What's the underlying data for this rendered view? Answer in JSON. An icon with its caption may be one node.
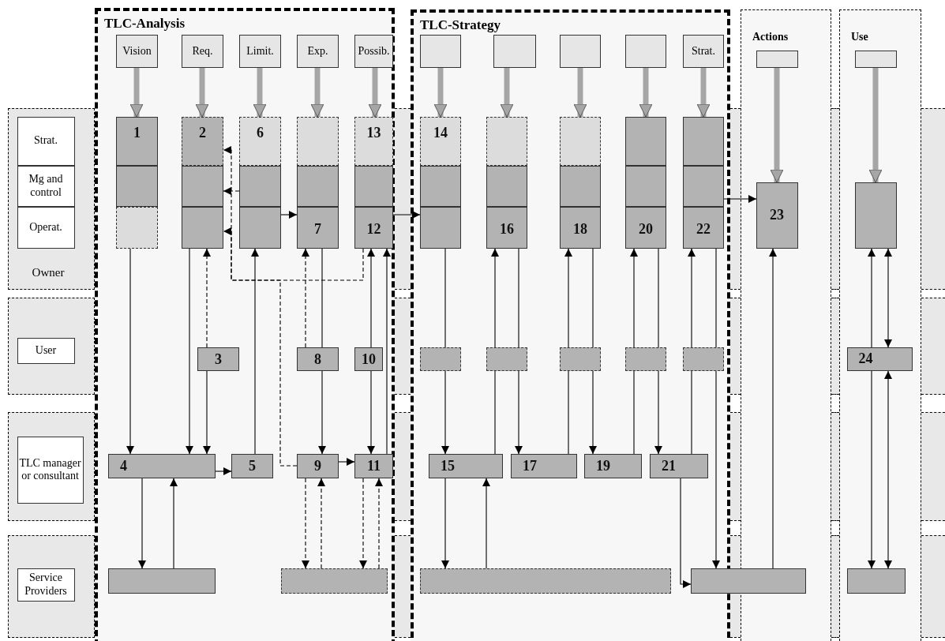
{
  "diagram": {
    "nodes": [
      {
        "text": [
          "TLC-Analysis"
        ]
      },
      {
        "text": [
          "Vision"
        ],
        "in": 0
      },
      {
        "text": [
          "Req."
        ],
        "in": 0
      },
      {
        "text": [
          "Limit."
        ],
        "in": 0
      },
      {
        "text": [
          "Exp."
        ],
        "in": 0
      },
      {
        "text": [
          "Possib."
        ],
        "in": 0
      },
      {
        "text": [
          "TLC-Strategy"
        ]
      },
      {
        "text": [],
        "shape": "box",
        "in": 6
      },
      {
        "text": [],
        "shape": "box",
        "in": 6
      },
      {
        "text": [],
        "shape": "box",
        "in": 6
      },
      {
        "text": [],
        "shape": "box",
        "in": 6
      },
      {
        "text": [
          "Strat."
        ],
        "in": 6
      },
      {
        "text": [
          "Actions"
        ]
      },
      {
        "text": [],
        "shape": "box",
        "in": 12
      },
      {
        "text": [
          "Use"
        ]
      },
      {
        "text": [],
        "shape": "box",
        "in": 14
      },
      {
        "text": [
          "Owner"
        ]
      },
      {
        "text": [
          "Strat."
        ],
        "in": 16
      },
      {
        "text": [
          "Mg and control"
        ],
        "in": 16
      },
      {
        "text": [
          "Operat."
        ],
        "in": 16
      },
      {
        "text": [],
        "shape": "box"
      },
      {
        "text": [
          "User"
        ],
        "in": 20
      },
      {
        "text": [],
        "shape": "box"
      },
      {
        "text": [
          "TLC manager or consultant"
        ],
        "in": 22
      },
      {
        "text": [],
        "shape": "box"
      },
      {
        "text": [
          "Service Providers"
        ],
        "in": 24
      },
      {
        "text": [
          "1"
        ],
        "in": 0
      },
      {
        "text": [
          "2"
        ],
        "in": 0
      },
      {
        "text": [
          "6"
        ],
        "in": 0
      },
      {
        "text": [
          "7"
        ],
        "in": 0
      },
      {
        "text": [
          "13",
          "12"
        ],
        "in": 0
      },
      {
        "text": [
          "14"
        ],
        "in": 6
      },
      {
        "text": [
          "16"
        ],
        "in": 6
      },
      {
        "text": [
          "18"
        ],
        "in": 6
      },
      {
        "text": [
          "20"
        ],
        "in": 6
      },
      {
        "text": [
          "22"
        ],
        "in": 6
      },
      {
        "text": [
          "23"
        ],
        "in": 12
      },
      {
        "text": [],
        "shape": "box",
        "in": 14
      },
      {
        "text": [
          "3"
        ],
        "in": 0
      },
      {
        "text": [
          "8"
        ],
        "in": 0
      },
      {
        "text": [
          "10"
        ],
        "in": 0
      },
      {
        "text": [],
        "shape": "box",
        "in": 6
      },
      {
        "text": [],
        "shape": "box",
        "in": 6
      },
      {
        "text": [],
        "shape": "box",
        "in": 6
      },
      {
        "text": [],
        "shape": "box",
        "in": 6
      },
      {
        "text": [],
        "shape": "box",
        "in": 6
      },
      {
        "text": [
          "24"
        ],
        "in": 14
      },
      {
        "text": [
          "4"
        ],
        "in": 0
      },
      {
        "text": [
          "5"
        ],
        "in": 0
      },
      {
        "text": [
          "9"
        ],
        "in": 0
      },
      {
        "text": [
          "11"
        ],
        "in": 0
      },
      {
        "text": [
          "15"
        ],
        "in": 6
      },
      {
        "text": [
          "17"
        ],
        "in": 6
      },
      {
        "text": [
          "19"
        ],
        "in": 6
      },
      {
        "text": [
          "21"
        ],
        "in": 6
      },
      {
        "text": [],
        "shape": "box",
        "in": 0
      },
      {
        "text": [],
        "shape": "box",
        "in": 0
      },
      {
        "text": [],
        "shape": "box",
        "in": 6
      },
      {
        "text": [],
        "shape": "box"
      },
      {
        "text": [],
        "shape": "box",
        "in": 14
      }
    ],
    "edges": [
      {
        "from": 1,
        "to": 26,
        "arrow": "to",
        "style": "thick",
        "color": "#a6a6a6"
      },
      {
        "from": 2,
        "to": 27,
        "arrow": "to",
        "style": "thick",
        "color": "#a6a6a6"
      },
      {
        "from": 3,
        "to": 28,
        "arrow": "to",
        "style": "thick",
        "color": "#a6a6a6"
      },
      {
        "from": 4,
        "to": 29,
        "arrow": "to",
        "style": "thick",
        "color": "#a6a6a6"
      },
      {
        "from": 5,
        "to": 30,
        "arrow": "to",
        "style": "thick",
        "color": "#a6a6a6"
      },
      {
        "from": 7,
        "to": 31,
        "arrow": "to",
        "style": "thick",
        "color": "#a6a6a6"
      },
      {
        "from": 8,
        "to": 32,
        "arrow": "to",
        "style": "thick",
        "color": "#a6a6a6"
      },
      {
        "from": 9,
        "to": 33,
        "arrow": "to",
        "style": "thick",
        "color": "#a6a6a6"
      },
      {
        "from": 10,
        "to": 34,
        "arrow": "to",
        "style": "thick",
        "color": "#a6a6a6"
      },
      {
        "from": 11,
        "to": 35,
        "arrow": "to",
        "style": "thick",
        "color": "#a6a6a6"
      },
      {
        "from": 13,
        "to": 36,
        "arrow": "to",
        "style": "thick",
        "color": "#a6a6a6"
      },
      {
        "from": 15,
        "to": 37,
        "arrow": "to",
        "style": "thick",
        "color": "#a6a6a6"
      },
      {
        "from": 26,
        "to": 47,
        "arrow": "to"
      },
      {
        "from": 27,
        "to": 47,
        "arrow": "to"
      },
      {
        "from": 38,
        "to": 27,
        "arrow": "to",
        "style": "dashed"
      },
      {
        "from": 38,
        "to": 47,
        "arrow": "to"
      },
      {
        "from": 47,
        "to": 48,
        "arrow": "to"
      },
      {
        "from": 48,
        "to": 28,
        "arrow": "to"
      },
      {
        "from": 28,
        "to": 27,
        "arrow": "to",
        "style": "dashed"
      },
      {
        "from": 30,
        "to": 27,
        "arrow": "to",
        "style": "dashed"
      },
      {
        "from": 49,
        "to": 27,
        "arrow": "to",
        "style": "dashed"
      },
      {
        "from": 28,
        "to": 29,
        "arrow": "to"
      },
      {
        "from": 39,
        "to": 29,
        "arrow": "to",
        "style": "dashed"
      },
      {
        "from": 29,
        "to": 39,
        "arrow": "none"
      },
      {
        "from": 39,
        "to": 49,
        "arrow": "to"
      },
      {
        "from": 49,
        "to": 50,
        "arrow": "to"
      },
      {
        "from": 49,
        "to": 56,
        "arrow": "to",
        "style": "dashed"
      },
      {
        "from": 56,
        "to": 49,
        "arrow": "to",
        "style": "dashed"
      },
      {
        "from": 50,
        "to": 56,
        "arrow": "to",
        "style": "dashed"
      },
      {
        "from": 56,
        "to": 50,
        "arrow": "to",
        "style": "dashed"
      },
      {
        "from": 40,
        "to": 30,
        "arrow": "to"
      },
      {
        "from": 40,
        "to": 50,
        "arrow": "to"
      },
      {
        "from": 50,
        "to": 30,
        "arrow": "to"
      },
      {
        "from": 30,
        "to": 31,
        "arrow": "to"
      },
      {
        "from": 31,
        "to": 41,
        "arrow": "none"
      },
      {
        "from": 41,
        "to": 51,
        "arrow": "to"
      },
      {
        "from": 51,
        "to": 42,
        "arrow": "none"
      },
      {
        "from": 42,
        "to": 32,
        "arrow": "to"
      },
      {
        "from": 32,
        "to": 42,
        "arrow": "none"
      },
      {
        "from": 42,
        "to": 52,
        "arrow": "to"
      },
      {
        "from": 52,
        "to": 43,
        "arrow": "none"
      },
      {
        "from": 43,
        "to": 33,
        "arrow": "to"
      },
      {
        "from": 33,
        "to": 43,
        "arrow": "none"
      },
      {
        "from": 43,
        "to": 53,
        "arrow": "to"
      },
      {
        "from": 53,
        "to": 44,
        "arrow": "none"
      },
      {
        "from": 44,
        "to": 34,
        "arrow": "to"
      },
      {
        "from": 34,
        "to": 44,
        "arrow": "none"
      },
      {
        "from": 44,
        "to": 54,
        "arrow": "to"
      },
      {
        "from": 54,
        "to": 45,
        "arrow": "none"
      },
      {
        "from": 45,
        "to": 35,
        "arrow": "to"
      },
      {
        "from": 35,
        "to": 45,
        "arrow": "none"
      },
      {
        "from": 45,
        "to": 58,
        "arrow": "to"
      },
      {
        "from": 51,
        "to": 57,
        "arrow": "to"
      },
      {
        "from": 57,
        "to": 51,
        "arrow": "to"
      },
      {
        "from": 54,
        "to": 58,
        "arrow": "to"
      },
      {
        "from": 58,
        "to": 36,
        "arrow": "to"
      },
      {
        "from": 35,
        "to": 36,
        "arrow": "to"
      },
      {
        "from": 46,
        "to": 37,
        "arrow": "to"
      },
      {
        "from": 37,
        "to": 46,
        "arrow": "both"
      },
      {
        "from": 46,
        "to": 59,
        "arrow": "to"
      },
      {
        "from": 46,
        "to": 59,
        "arrow": "both"
      },
      {
        "from": 47,
        "to": 55,
        "arrow": "to"
      },
      {
        "from": 55,
        "to": 47,
        "arrow": "to"
      }
    ]
  }
}
